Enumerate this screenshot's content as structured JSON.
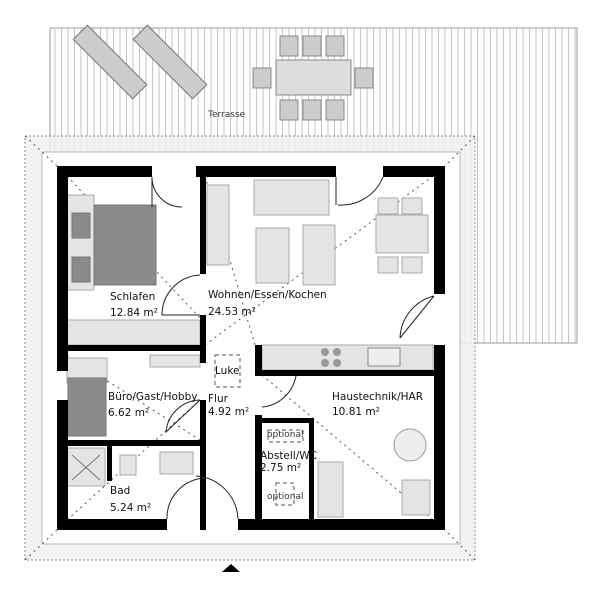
{
  "terrace": {
    "label": "Terrasse"
  },
  "rooms": [
    {
      "name": "Schlafen",
      "area": "12.84 m²"
    },
    {
      "name": "Wohnen/Essen/Kochen",
      "area": "24.53 m²"
    },
    {
      "name": "Büro/Gast/Hobby",
      "area": "6.62 m²"
    },
    {
      "name": "Flur",
      "area": "4.92 m²"
    },
    {
      "name": "Haustechnik/HAR",
      "area": "10.81 m²"
    },
    {
      "name": "Abstell/WC",
      "area": "2.75 m²"
    },
    {
      "name": "Bad",
      "area": "5.24 m²"
    }
  ],
  "annotations": {
    "hatch": "Luke",
    "optional_top": "optional",
    "optional_bottom": "optional"
  },
  "entrance_marker": "arrow-up-icon"
}
